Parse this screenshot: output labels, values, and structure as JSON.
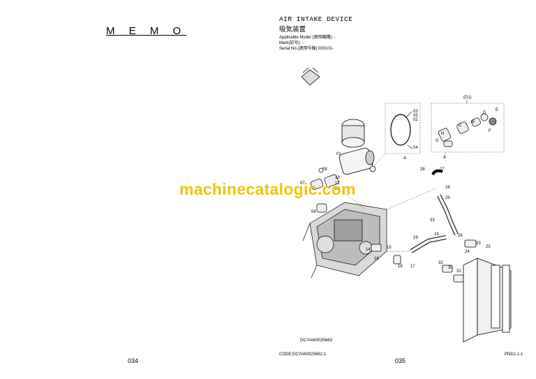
{
  "left_page": {
    "title": "M E M O",
    "page_number": "034"
  },
  "right_page": {
    "title": "AIR INTAKE DEVICE",
    "title_jp": "吸気装置",
    "applicable_model": "Applicable Model (適用機種): -",
    "mark": "Mark(記号): -",
    "serial_no": "Serial No.(適用号機):000101-",
    "drawing_code": "DCYA60025662",
    "code": "CODE:DCYA60025662-1",
    "page_number": "035",
    "page_ref": "PNDJ-1-1"
  },
  "watermark": "machinecatalogic.com",
  "callouts": {
    "d1": "(D1)",
    "c03": "03",
    "c05": "05",
    "c02": "02",
    "c04": "04",
    "A": "A",
    "B": "B",
    "C": "C",
    "D": "D",
    "E": "E",
    "F": "F",
    "G": "G",
    "H": "H",
    "c01": "01",
    "c08": "08",
    "c13": "13",
    "c07": "07",
    "c12": "12",
    "c06": "06",
    "c09": "09",
    "c28a": "28",
    "c27": "27",
    "c28b": "28",
    "c29": "29",
    "c33": "33",
    "c18": "18",
    "c19": "19",
    "c15": "15",
    "c14": "14",
    "c16a": "16",
    "c16b": "16",
    "c17": "17",
    "c26": "26",
    "c23": "23",
    "c25": "25",
    "c24": "24",
    "c32": "32",
    "c30": "30",
    "c31": "31"
  }
}
